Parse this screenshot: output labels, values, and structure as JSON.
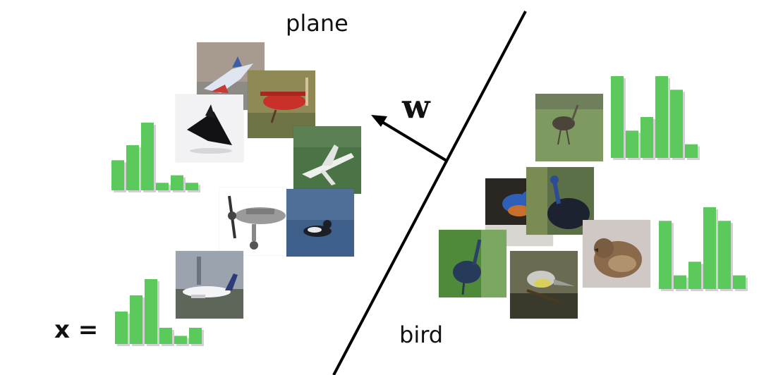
{
  "labels": {
    "plane": "plane",
    "bird": "bird",
    "weight": "w",
    "x_eq": "x ="
  },
  "colors": {
    "bar": "#5cc95c",
    "line": "#000000"
  },
  "histograms": [
    {
      "id": "hist-plane-upper",
      "values": [
        4,
        6,
        9,
        1,
        2,
        1
      ]
    },
    {
      "id": "hist-plane-lower-x",
      "values": [
        4,
        6,
        8,
        2,
        1,
        2
      ]
    },
    {
      "id": "hist-bird-upper",
      "values": [
        6,
        2,
        3,
        6,
        5,
        1
      ]
    },
    {
      "id": "hist-bird-lower",
      "values": [
        5,
        1,
        2,
        6,
        5,
        1
      ]
    }
  ],
  "images": {
    "plane_class": [
      "toy-jet",
      "red-biplane",
      "black-stealth-jet",
      "fighter-jet",
      "propeller-plane",
      "duck-on-water",
      "airliner"
    ],
    "bird_class": [
      "ostrich",
      "bluebird",
      "cassowary",
      "sparrow",
      "blue-heron",
      "grey-bird"
    ]
  }
}
